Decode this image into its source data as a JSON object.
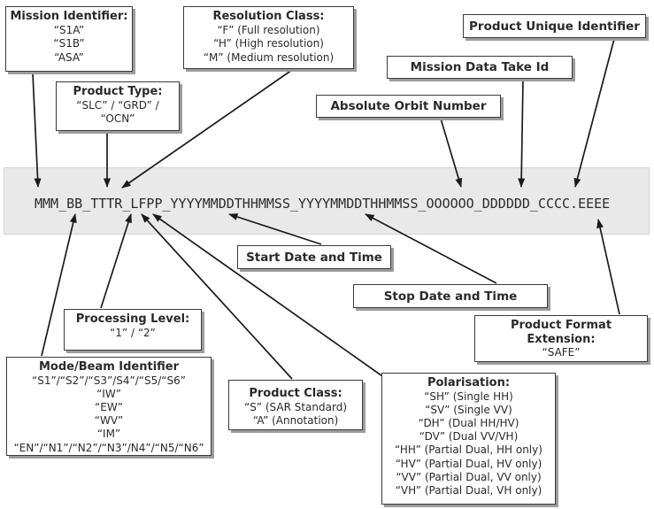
{
  "diagram": {
    "filename_pattern": "MMM_BB_TTTR_LFPP_YYYYMMDDTHHMMSS_YYYYMMDDTHHMMSS_OOOOOO_DDDDDD_CCCC.EEEE"
  },
  "boxes": {
    "mission_identifier": {
      "title": "Mission Identifier:",
      "lines": [
        "“S1A”",
        "“S1B”",
        "“ASA”"
      ]
    },
    "product_type": {
      "title": "Product Type:",
      "lines": [
        "“SLC” / “GRD” /",
        "“OCN”"
      ]
    },
    "resolution_class": {
      "title": "Resolution Class:",
      "lines": [
        "“F” (Full resolution)",
        "“H” (High resolution)",
        "“M” (Medium resolution)"
      ]
    },
    "product_unique_identifier": {
      "label": "Product Unique Identifier"
    },
    "mission_data_take_id": {
      "label": "Mission Data Take Id"
    },
    "absolute_orbit_number": {
      "label": "Absolute Orbit Number"
    },
    "start_date_time": {
      "label": "Start Date and Time"
    },
    "stop_date_time": {
      "label": "Stop Date and Time"
    },
    "processing_level": {
      "title": "Processing Level:",
      "lines": [
        "“1” / “2”"
      ]
    },
    "product_format_extension": {
      "title_line1": "Product Format",
      "title_line2": "Extension:",
      "lines": [
        "“SAFE”"
      ]
    },
    "mode_beam_identifier": {
      "title": "Mode/Beam Identifier",
      "lines": [
        "“S1”/“S2”/“S3”/S4”/“S5/“S6”",
        "“IW”",
        "“EW”",
        "“WV”",
        "“IM”",
        "“EN”/“N1”/“N2”/“N3”/N4”/“N5/“N6”"
      ]
    },
    "product_class": {
      "title": "Product Class:",
      "lines": [
        "“S” (SAR Standard)",
        "“A” (Annotation)"
      ]
    },
    "polarisation": {
      "title": "Polarisation:",
      "lines": [
        "“SH” (Single HH)",
        "“SV” (Single VV)",
        "“DH” (Dual HH/HV)",
        "“DV” (Dual VV/VH)",
        "“HH” (Partial Dual, HH only)",
        "“HV” (Partial Dual, HV only)",
        "“VV” (Partial Dual, VV only)",
        "“VH” (Partial Dual, VH only)"
      ]
    }
  },
  "colors": {
    "band_background": "#e9e9e9",
    "box_border": "#3a3a3a",
    "box_shadow": "#9c9c9c",
    "text": "#2a2a2a",
    "arrow": "#1b1b1b"
  }
}
